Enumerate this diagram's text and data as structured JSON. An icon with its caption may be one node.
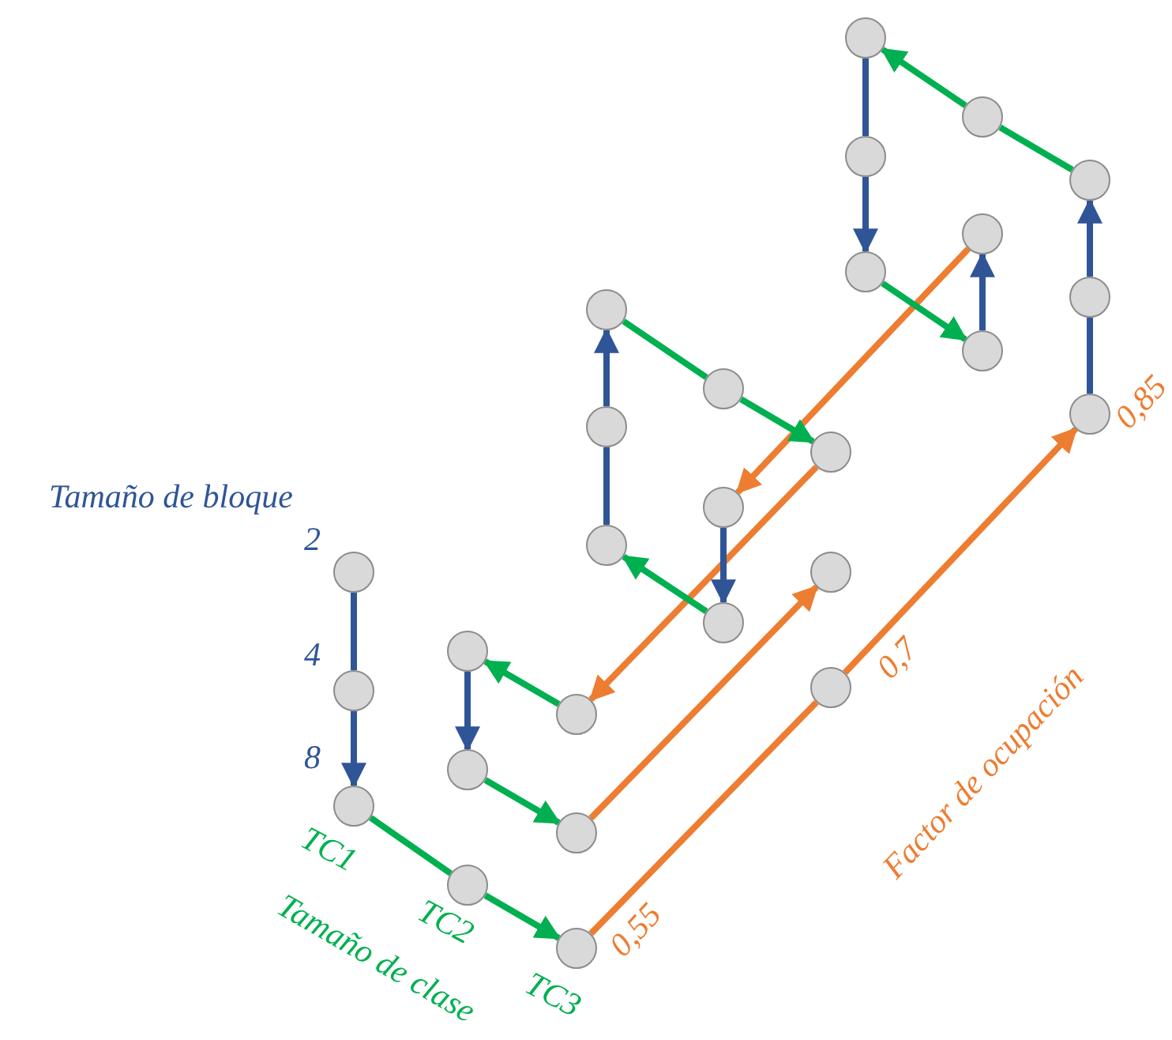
{
  "diagram": {
    "nodes": [
      {
        "text": [],
        "shape": "circle"
      },
      {
        "text": [],
        "shape": "circle"
      },
      {
        "text": [],
        "shape": "circle"
      },
      {
        "text": [],
        "shape": "circle"
      },
      {
        "text": [],
        "shape": "circle"
      },
      {
        "text": [],
        "shape": "circle"
      },
      {
        "text": [],
        "shape": "circle"
      },
      {
        "text": [],
        "shape": "circle"
      },
      {
        "text": [],
        "shape": "circle"
      },
      {
        "text": [],
        "shape": "circle"
      },
      {
        "text": [],
        "shape": "circle"
      },
      {
        "text": [],
        "shape": "circle"
      },
      {
        "text": [],
        "shape": "circle"
      },
      {
        "text": [],
        "shape": "circle"
      },
      {
        "text": [],
        "shape": "circle"
      },
      {
        "text": [],
        "shape": "circle"
      },
      {
        "text": [],
        "shape": "circle"
      },
      {
        "text": [],
        "shape": "circle"
      },
      {
        "text": [],
        "shape": "circle"
      },
      {
        "text": [],
        "shape": "circle"
      },
      {
        "text": [],
        "shape": "circle"
      },
      {
        "text": [],
        "shape": "circle"
      },
      {
        "text": [],
        "shape": "circle"
      },
      {
        "text": [],
        "shape": "circle"
      },
      {
        "text": [],
        "shape": "circle"
      },
      {
        "text": [],
        "shape": "circle"
      },
      {
        "text": [],
        "shape": "circle"
      }
    ],
    "edges": [
      {
        "from": 0,
        "to": 1,
        "arrow": "none"
      },
      {
        "from": 1,
        "to": 2,
        "arrow": "to"
      },
      {
        "from": 2,
        "to": 3,
        "arrow": "none",
        "color": "#00b050"
      },
      {
        "from": 3,
        "to": 4,
        "arrow": "to",
        "color": "#00b050"
      },
      {
        "from": 4,
        "to": 17,
        "arrow": "none",
        "color": "#ed7d31"
      },
      {
        "from": 17,
        "to": 24,
        "arrow": "to",
        "color": "#ed7d31"
      },
      {
        "from": 7,
        "to": 16,
        "arrow": "to",
        "color": "#ed7d31"
      },
      {
        "from": 13,
        "to": 8,
        "arrow": "to",
        "color": "#ed7d31"
      },
      {
        "from": 25,
        "to": 14,
        "arrow": "to",
        "color": "#ed7d31"
      },
      {
        "from": 5,
        "to": 6,
        "arrow": "to"
      },
      {
        "from": 6,
        "to": 7,
        "arrow": "to",
        "color": "#00b050"
      },
      {
        "from": 8,
        "to": 5,
        "arrow": "to",
        "color": "#00b050"
      },
      {
        "from": 15,
        "to": 11,
        "arrow": "to",
        "color": "#00b050"
      },
      {
        "from": 11,
        "to": 10,
        "arrow": "none"
      },
      {
        "from": 10,
        "to": 9,
        "arrow": "to"
      },
      {
        "from": 9,
        "to": 12,
        "arrow": "none",
        "color": "#00b050"
      },
      {
        "from": 12,
        "to": 13,
        "arrow": "to",
        "color": "#00b050"
      },
      {
        "from": 14,
        "to": 15,
        "arrow": "to"
      },
      {
        "from": 20,
        "to": 26,
        "arrow": "to",
        "color": "#00b050"
      },
      {
        "from": 26,
        "to": 25,
        "arrow": "to"
      },
      {
        "from": 24,
        "to": 23,
        "arrow": "none"
      },
      {
        "from": 23,
        "to": 22,
        "arrow": "to"
      },
      {
        "from": 22,
        "to": 21,
        "arrow": "none",
        "color": "#00b050"
      },
      {
        "from": 21,
        "to": 18,
        "arrow": "to",
        "color": "#00b050"
      },
      {
        "from": 18,
        "to": 19,
        "arrow": "none"
      },
      {
        "from": 19,
        "to": 20,
        "arrow": "to"
      }
    ],
    "labels": [
      "Tamaño de bloque",
      "2",
      "4",
      "8",
      "TC1",
      "TC2",
      "TC3",
      "Tamaño de clase",
      "0,55",
      "0,7",
      "0,85",
      "Factor de ocupación"
    ]
  }
}
